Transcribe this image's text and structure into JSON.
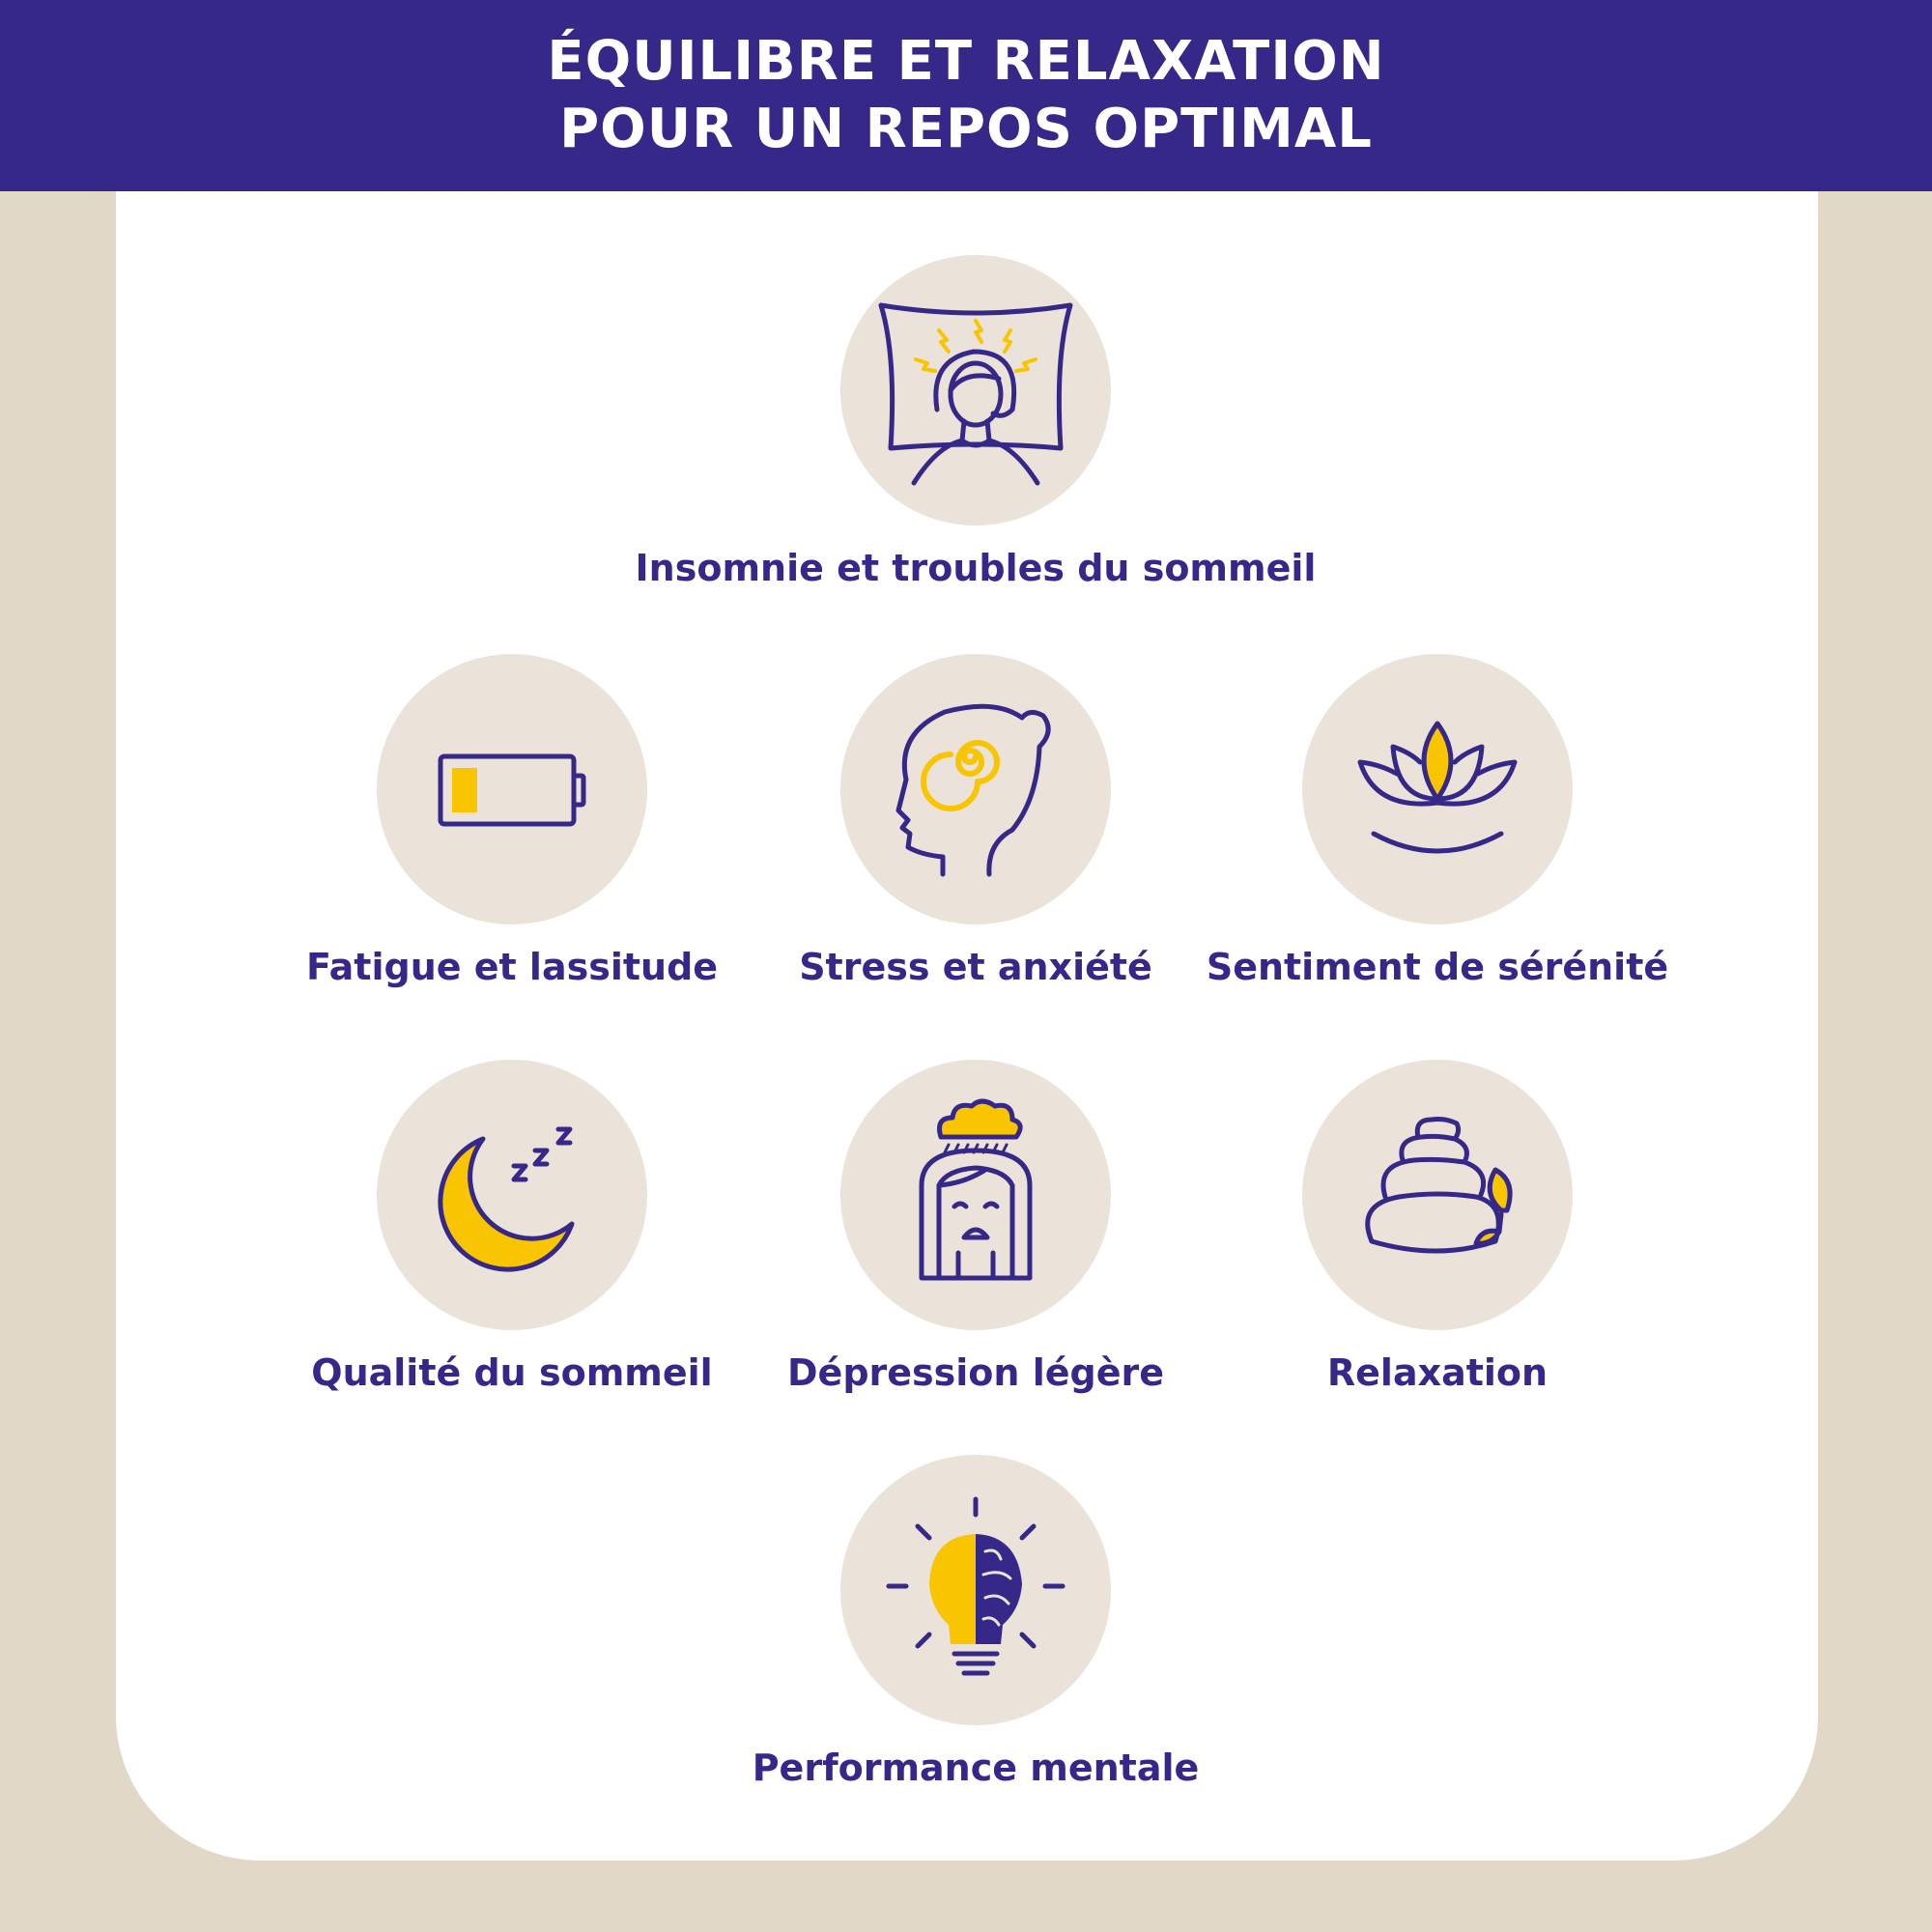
{
  "header": {
    "title_line1": "ÉQUILIBRE ET RELAXATION",
    "title_line2": "POUR UN REPOS OPTIMAL"
  },
  "colors": {
    "brand_purple": "#352888",
    "accent_yellow": "#F9C400",
    "circle_beige": "#EBE3D9",
    "background_beige": "#E2D8C8"
  },
  "benefits": [
    {
      "label": "Insomnie et troubles du sommeil",
      "icon": "insomnia-pillow-icon"
    },
    {
      "label": "Fatigue et lassitude",
      "icon": "low-battery-icon"
    },
    {
      "label": "Stress et anxiété",
      "icon": "stressed-head-spiral-icon"
    },
    {
      "label": "Sentiment de sérénité",
      "icon": "lotus-icon"
    },
    {
      "label": "Qualité du sommeil",
      "icon": "moon-zzz-icon"
    },
    {
      "label": "Dépression légère",
      "icon": "sad-woman-rain-cloud-icon"
    },
    {
      "label": "Relaxation",
      "icon": "stacked-stones-icon"
    },
    {
      "label": "Performance mentale",
      "icon": "lightbulb-brain-icon"
    }
  ]
}
